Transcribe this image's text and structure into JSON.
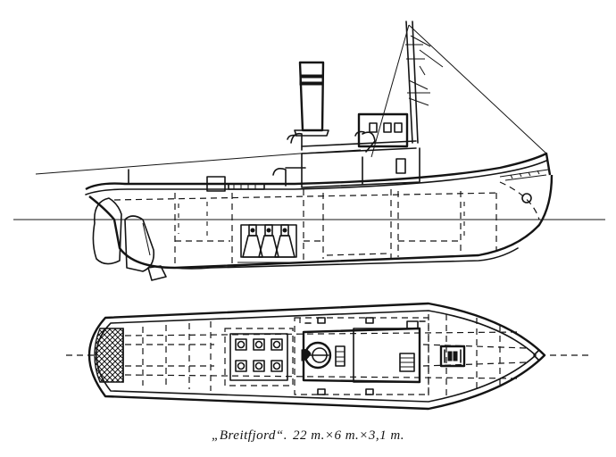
{
  "figure": {
    "caption": {
      "vessel_name": "„Breitfjord“.",
      "dimensions": "22 m.×6 m.×3,1 m."
    }
  },
  "views": [
    {
      "id": "profile",
      "kind": "side-elevation"
    },
    {
      "id": "plan",
      "kind": "deck-plan"
    }
  ],
  "colors": {
    "ink": "#141414",
    "paper": "#ffffff"
  }
}
